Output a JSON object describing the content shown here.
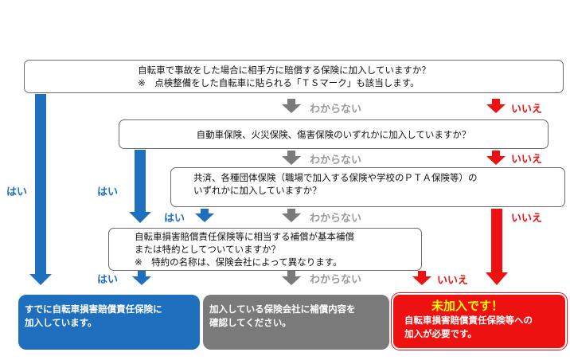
{
  "q1": {
    "line1": "自転車で事故をした場合に相手方に賠償する保険に加入していますか？",
    "line2": "※　点検整備をした自転車に貼られる「ＴＳマーク」も該当します。"
  },
  "q2": {
    "line1": "自動車保険、火災保険、傷害保険のいずれかに加入していますか？"
  },
  "q3": {
    "line1": "共済、各種団体保険（職場で加入する保険や学校のＰＴＡ保険等）の",
    "line2": "いずれかに加入していますか？"
  },
  "q4": {
    "line1": "自転車損害賠償責任保険等に相当する補償が基本補償",
    "line2": "または特約としてついていますか？",
    "line3": "※　特約の名称は、保険会社によって異なります。"
  },
  "labels": {
    "yes": "はい",
    "unknown": "わからない",
    "no": "いいえ"
  },
  "outcomes": {
    "enrolled": {
      "line1": "すでに自転車損害賠償責任保険に",
      "line2": "加入しています。"
    },
    "confirm": {
      "line1": "加入している保険会社に補償内容を",
      "line2": "確認してください。"
    },
    "not_enrolled": {
      "headline": "未加入です！",
      "line1": "自転車損害賠償責任保険等への",
      "line2": "加入が必要です。"
    }
  },
  "colors": {
    "blue": "#1f6fbf",
    "gray": "#7a7a7a",
    "red": "#ee1111",
    "yellow": "#ffff00"
  }
}
